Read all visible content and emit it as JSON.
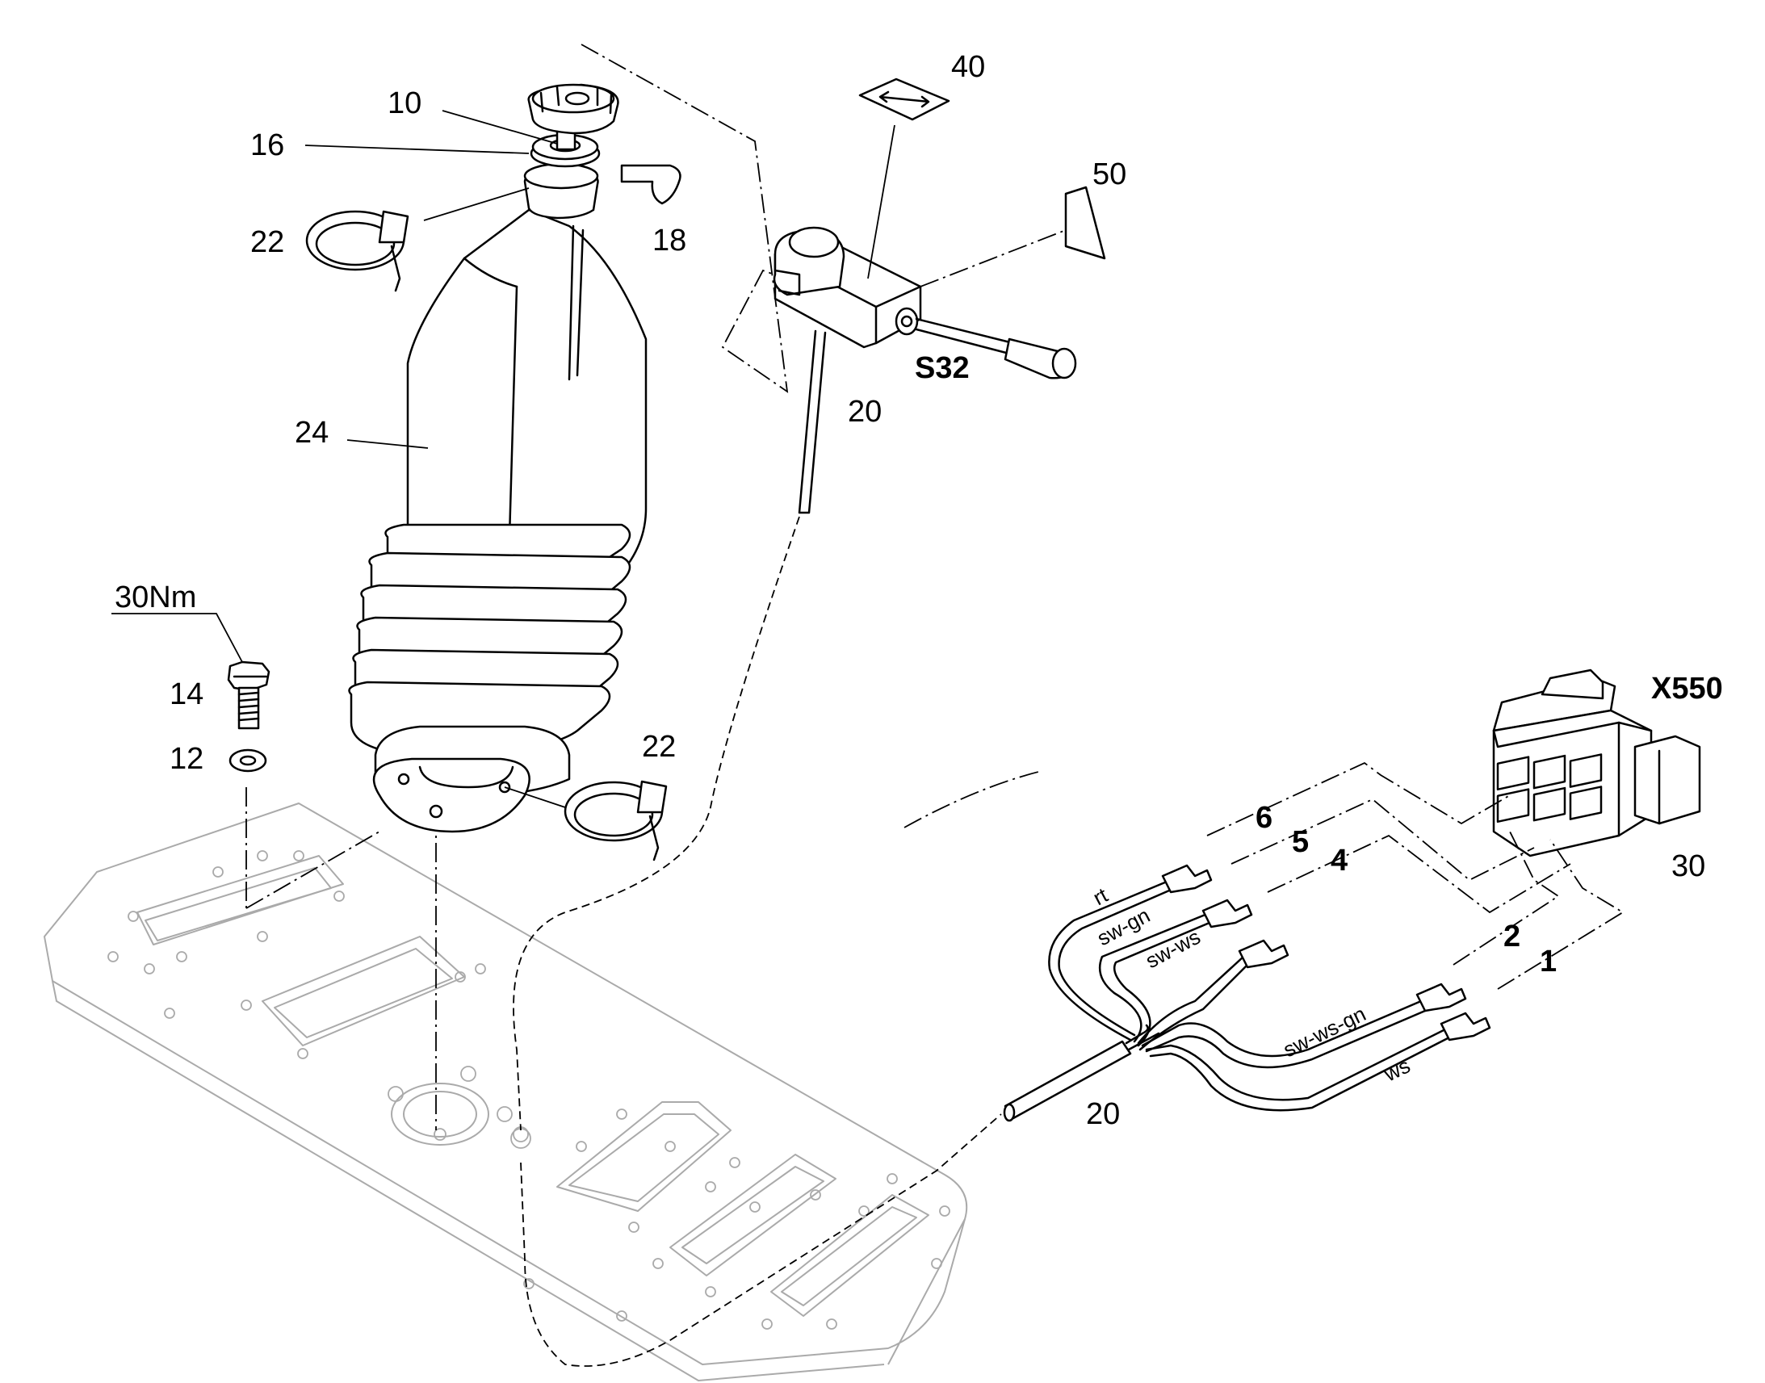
{
  "callouts": {
    "c10": "10",
    "c16": "16",
    "c22a": "22",
    "c18": "18",
    "c24": "24",
    "c40": "40",
    "c50": "50",
    "c20a": "20",
    "s32": "S32",
    "torque": "30Nm",
    "c14": "14",
    "c12": "12",
    "c22b": "22",
    "x550": "X550",
    "c30": "30",
    "c20b": "20"
  },
  "pins": {
    "p6": "6",
    "p5": "5",
    "p4": "4",
    "p2": "2",
    "p1": "1"
  },
  "wires": {
    "rt": "rt",
    "swgn": "sw-gn",
    "swws": "sw-ws",
    "swwsgn": "sw-ws-gn",
    "ws": "ws"
  },
  "colors": {
    "ink": "#000000",
    "plate": "#aaaaaa",
    "background": "#ffffff"
  }
}
